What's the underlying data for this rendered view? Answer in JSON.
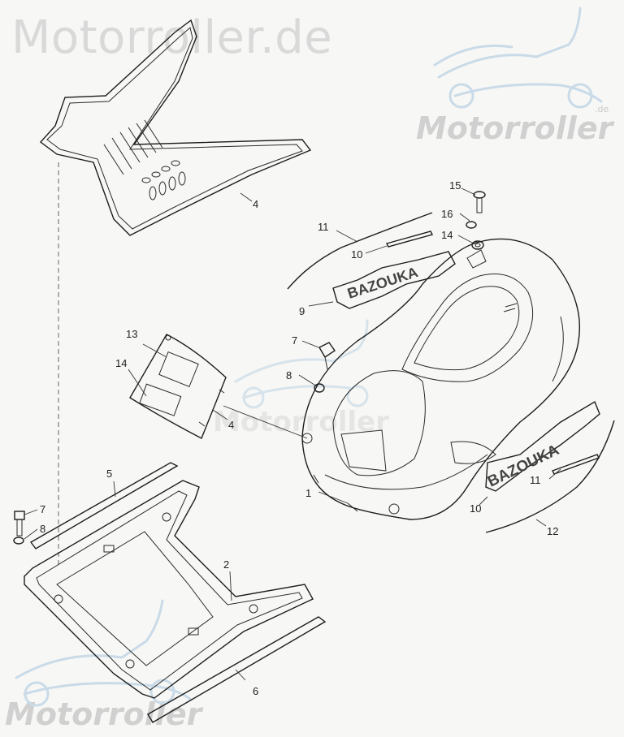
{
  "watermark": {
    "top": "Motorroller.de",
    "middle": "Motorroller",
    "right": "Motorroller",
    "right_sup": ".de",
    "bottom": "Motorroller"
  },
  "decal_text": "BAZOUKA",
  "callouts": [
    "1",
    "2",
    "4",
    "4",
    "5",
    "6",
    "7",
    "7",
    "8",
    "8",
    "9",
    "9",
    "10",
    "10",
    "11",
    "11",
    "12",
    "13",
    "14",
    "15",
    "16"
  ]
}
